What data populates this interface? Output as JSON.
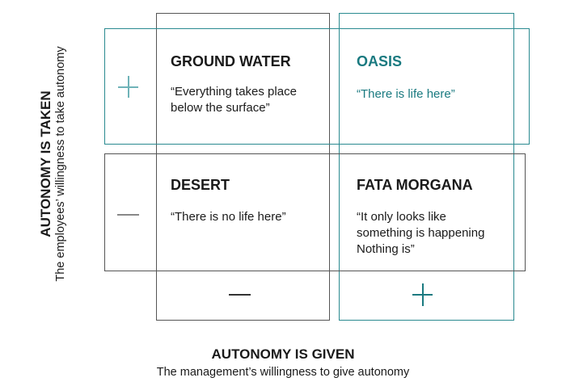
{
  "quadrants": {
    "ground_water": {
      "title": "GROUND WATER",
      "quote": "“Everything takes place below the surface”"
    },
    "oasis": {
      "title": "OASIS",
      "quote": "“There is life here”"
    },
    "desert": {
      "title": "DESERT",
      "quote": "“There is no life here”"
    },
    "fata_morgana": {
      "title": "FATA MORGANA",
      "quote": "“It only looks like something is happening Nothing is”"
    }
  },
  "y_axis": {
    "title": "AUTONOMY IS TAKEN",
    "subtitle": "The employees’ willingness to take autonomy",
    "high_symbol": "plus-icon",
    "low_symbol": "minus-icon"
  },
  "x_axis": {
    "title": "AUTONOMY IS GIVEN",
    "subtitle": "The management’s willingness to give autonomy",
    "low_symbol": "minus-icon",
    "high_symbol": "plus-icon"
  },
  "colors": {
    "teal": "#1a7a80",
    "gray": "#555555"
  }
}
